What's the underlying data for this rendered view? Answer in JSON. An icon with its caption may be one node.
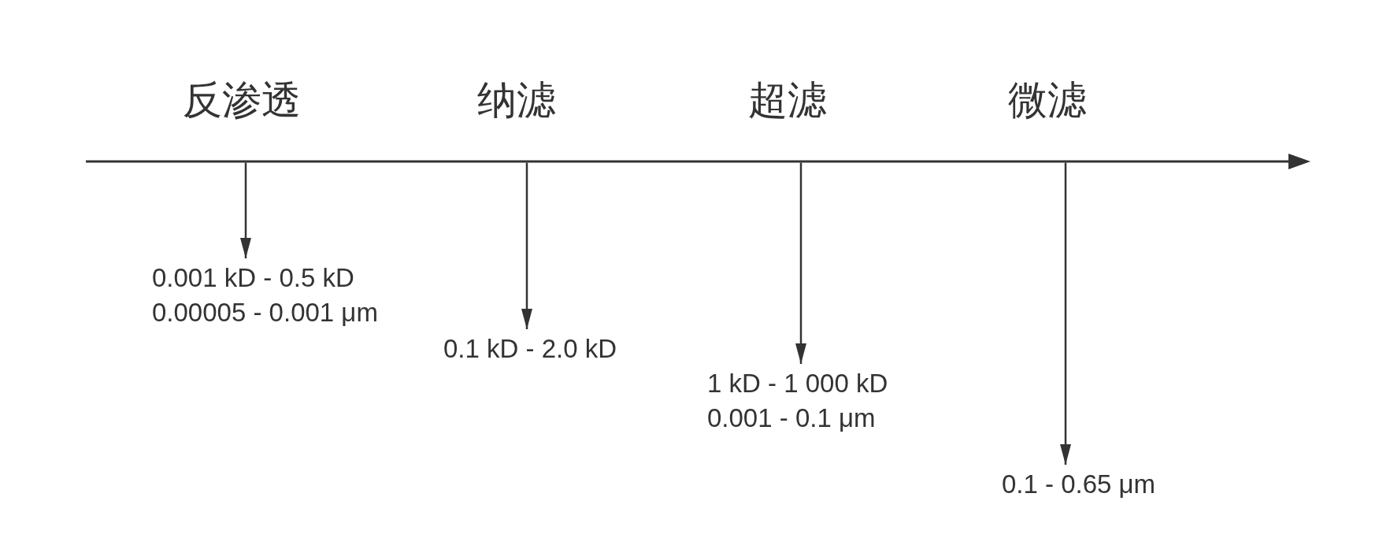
{
  "diagram": {
    "nodes": [
      {
        "text": [
          "0.001 kD - 0.5 kD",
          "0.00005 - 0.001 μm"
        ]
      },
      {
        "text": [
          "0.1 kD - 2.0 kD"
        ]
      },
      {
        "text": [
          "1 kD - 1 000 kD",
          "0.001 - 0.1 μm"
        ]
      },
      {
        "text": [
          "0.1 - 0.65 μm"
        ]
      }
    ],
    "edges": [
      {
        "from": null,
        "to": 0,
        "arrow": "to"
      },
      {
        "from": null,
        "to": 1,
        "arrow": "to"
      },
      {
        "from": null,
        "to": 2,
        "arrow": "to"
      },
      {
        "from": null,
        "to": 3,
        "arrow": "to"
      }
    ],
    "labels": [
      "反渗透",
      "纳滤",
      "超滤",
      "微滤"
    ]
  }
}
